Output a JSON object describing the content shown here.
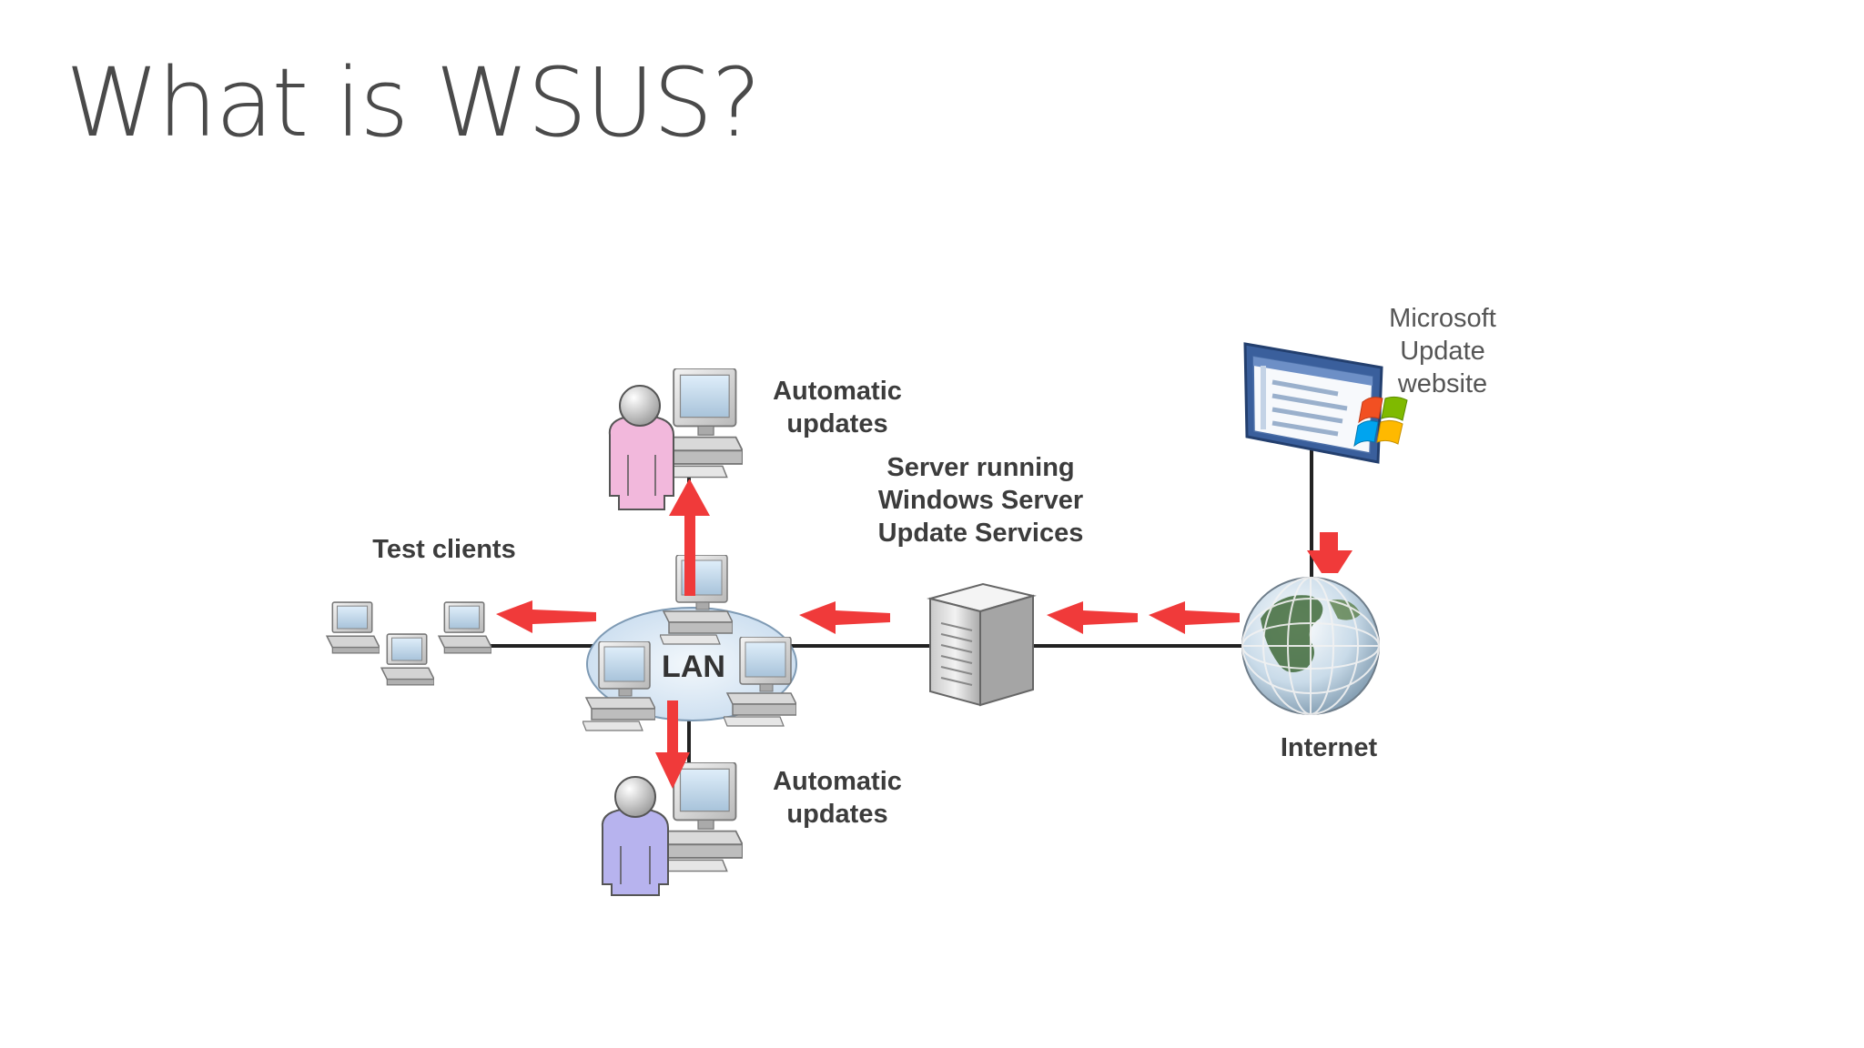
{
  "slide": {
    "title": "What is WSUS?"
  },
  "diagram": {
    "labels": {
      "automatic_updates_top": [
        "Automatic",
        "updates"
      ],
      "automatic_updates_bottom": [
        "Automatic",
        "updates"
      ],
      "server": [
        "Server running",
        "Windows Server",
        "Update Services"
      ],
      "test_clients": "Test clients",
      "lan": "LAN",
      "internet": "Internet",
      "microsoft_update": [
        "Microsoft",
        "Update",
        "website"
      ]
    },
    "colors": {
      "arrow": "#f03a3a",
      "line": "#222222",
      "user_top": "#f2b8dc",
      "user_bottom": "#b7b3ee",
      "lan_cloud": "#d6e4f2"
    }
  }
}
